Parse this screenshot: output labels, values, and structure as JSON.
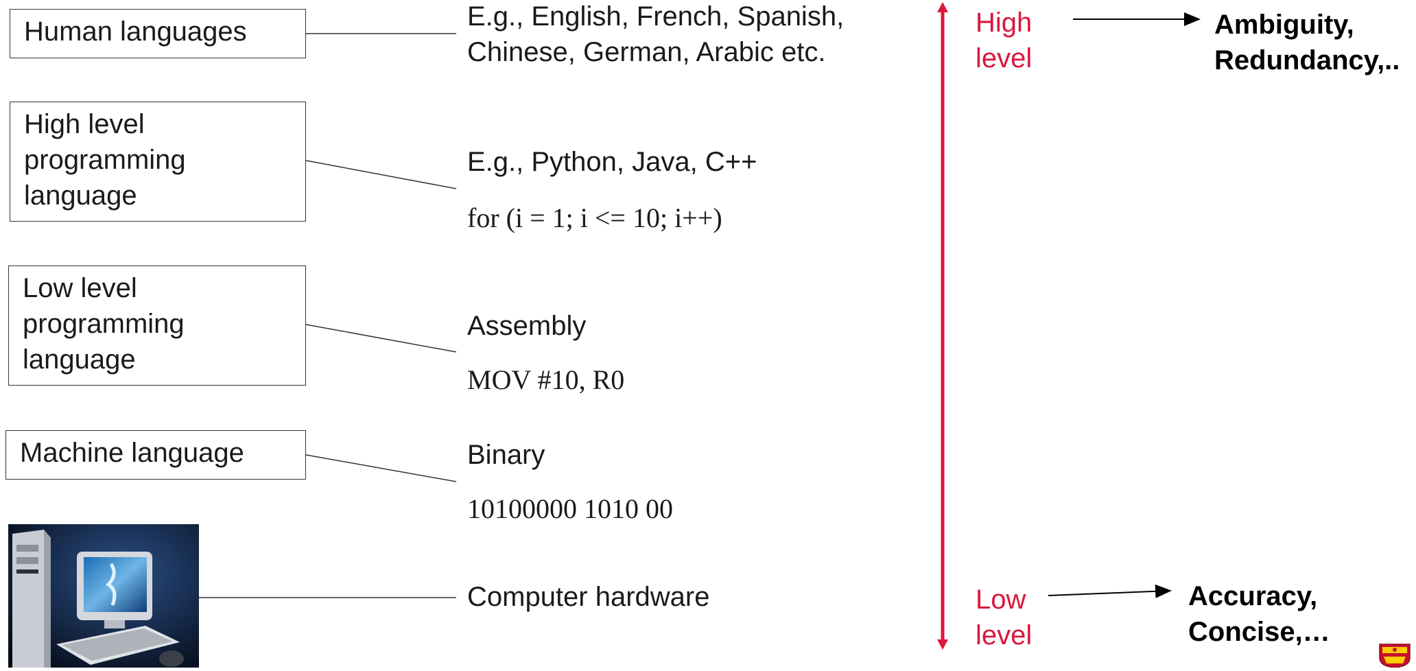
{
  "boxes": {
    "human": "Human languages",
    "high": [
      "High level",
      "programming",
      "language"
    ],
    "low": [
      "Low level",
      "programming",
      "language"
    ],
    "machine": "Machine language"
  },
  "examples": {
    "human": [
      "E.g., English, French, Spanish,",
      "Chinese, German, Arabic etc."
    ],
    "high_title": "E.g., Python, Java, C++",
    "high_code": "for (i = 1; i <= 10; i++)",
    "low_title": "Assembly",
    "low_code": "MOV #10, R0",
    "machine_title": "Binary",
    "machine_code": "10100000 1010 00",
    "hardware": "Computer hardware"
  },
  "axis": {
    "top": [
      "High",
      "level"
    ],
    "bottom": [
      "Low",
      "level"
    ],
    "color": "#d9183b"
  },
  "traits": {
    "high": [
      "Ambiguity,",
      "Redundancy,.."
    ],
    "low": [
      "Accuracy,",
      "Concise,…"
    ]
  }
}
